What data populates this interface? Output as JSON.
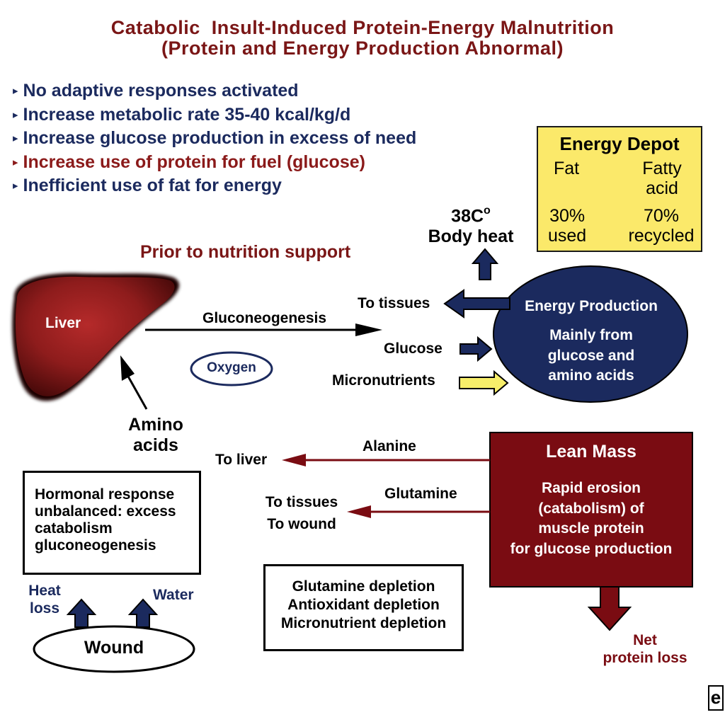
{
  "title": {
    "line1": "Catabolic  Insult-Induced Protein-Energy Malnutrition",
    "line2": "(Protein and Energy Production Abnormal)"
  },
  "bullets": [
    {
      "text": "No adaptive responses activated",
      "color": "#1b2a5e"
    },
    {
      "text": "Increase metabolic rate 35-40 kcal/kg/d",
      "color": "#1b2a5e"
    },
    {
      "text": "Increase glucose production in excess of need",
      "color": "#1b2a5e"
    },
    {
      "text": "Increase use of protein for fuel (glucose)",
      "color": "#8b1a1a"
    },
    {
      "text": "Inefficient use of fat for energy",
      "color": "#1b2a5e"
    }
  ],
  "energy_depot": {
    "title": "Energy Depot",
    "col1_head": "Fat",
    "col2_head_1": "Fatty",
    "col2_head_2": "acid",
    "col1_val_1": "30%",
    "col1_val_2": "used",
    "col2_val_1": "70%",
    "col2_val_2": "recycled"
  },
  "body_heat": {
    "temp": "38C",
    "degree": "o",
    "label": "Body heat"
  },
  "prior_label": "Prior to nutrition support",
  "liver_label": "Liver",
  "gluconeogenesis_label": "Gluconeogenesis",
  "oxygen_label": "Oxygen",
  "amino_acids": {
    "line1": "Amino",
    "line2": "acids"
  },
  "to_tissues_label": "To tissues",
  "glucose_label": "Glucose",
  "micronutrients_label": "Micronutrients",
  "energy_production": {
    "title": "Energy Production",
    "line1": "Mainly from",
    "line2": "glucose and",
    "line3": "amino acids"
  },
  "lean_mass": {
    "title": "Lean Mass",
    "line1": "Rapid erosion",
    "line2": "(catabolism) of",
    "line3": "muscle protein",
    "line4": "for glucose production"
  },
  "alanine_label": "Alanine",
  "to_liver_label": "To liver",
  "glutamine_label": "Glutamine",
  "to_tissues_wound": {
    "line1": "To tissues",
    "line2": "To wound"
  },
  "hormonal_box": {
    "line1": "Hormonal response",
    "line2": "unbalanced: excess",
    "line3": "catabolism",
    "line4": "gluconeogenesis"
  },
  "depletion_box": {
    "line1": "Glutamine depletion",
    "line2": "Antioxidant depletion",
    "line3": "Micronutrient depletion"
  },
  "heat_loss": {
    "line1": "Heat",
    "line2": "loss"
  },
  "water_label": "Water",
  "wound_label": "Wound",
  "net_protein_loss": {
    "line1": "Net",
    "line2": "protein loss"
  },
  "corner_mark": "e",
  "colors": {
    "maroon": "#7a1010",
    "navy": "#1b2a5e",
    "title": "#7a1616",
    "yellow_box": "#fbe96a",
    "yellow_arrow": "#f7ee6a",
    "dark_red_box": "#7a0c12",
    "liver": "#8b1a1a"
  }
}
